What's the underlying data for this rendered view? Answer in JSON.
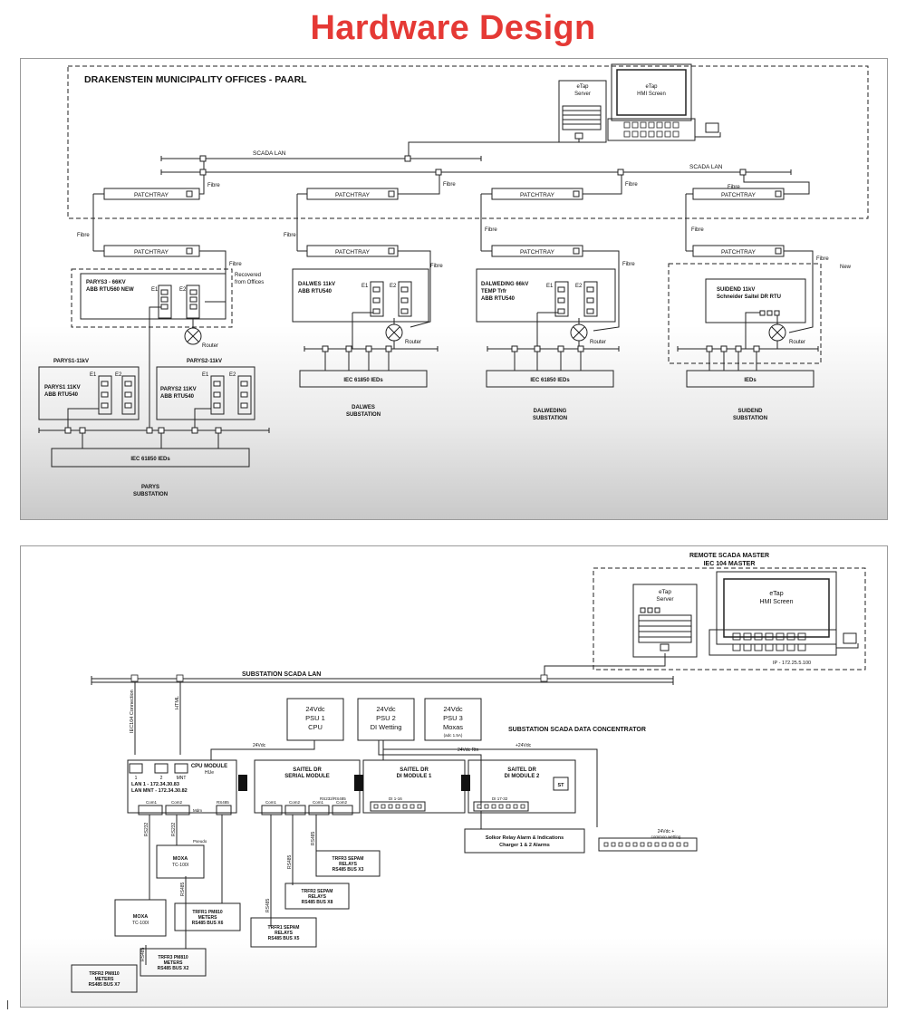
{
  "page": {
    "title": "Hardware Design"
  },
  "panel1": {
    "heading": "DRAKENSTEIN MUNICIPALITY OFFICES - PAARL",
    "server": {
      "line1": "eTap",
      "line2": "Server"
    },
    "hmi": {
      "line1": "eTap",
      "line2": "HMI Screen"
    },
    "scada_lan": "SCADA LAN",
    "patchtray": "PATCHTRAY",
    "fibre": "Fibre",
    "router": "Router",
    "e1": "E1",
    "e2": "E2",
    "recovered": {
      "line1": "Recovered",
      "line2": "from Offices"
    },
    "new": "New",
    "parys3": {
      "line1": "PARYS3 - 66KV",
      "line2": "ABB RTU560 NEW"
    },
    "parys1_title": "PARYS1-11kV",
    "parys1": {
      "line1": "PARYS1 11KV",
      "line2": "ABB RTU540"
    },
    "parys2_title": "PARYS2-11kV",
    "parys2": {
      "line1": "PARYS2 11KV",
      "line2": "ABB RTU540"
    },
    "parys_ieds": "IEC 61850 IEDs",
    "parys_sub": {
      "line1": "PARYS",
      "line2": "SUBSTATION"
    },
    "dalwes": {
      "line1": "DALWES 11kV",
      "line2": "ABB RTU540"
    },
    "dalwes_ieds": "IEC 61850 IEDs",
    "dalwes_sub": {
      "line1": "DALWES",
      "line2": "SUBSTATION"
    },
    "dalweding": {
      "line1": "DALWEDING 66kV",
      "line2": "TEMP Trfr",
      "line3": "ABB RTU540"
    },
    "dalweding_ieds": "IEC 61850 IEDs",
    "dalweding_sub": {
      "line1": "DALWEDING",
      "line2": "SUBSTATION"
    },
    "suidend": {
      "line1": "SUIDEND 11kV",
      "line2": "Schneider Saitel DR RTU"
    },
    "suidend_ieds": "IEDs",
    "suidend_sub": {
      "line1": "SUIDEND",
      "line2": "SUBSTATION"
    }
  },
  "panel2": {
    "remote_master": {
      "line1": "REMOTE SCADA MASTER",
      "line2": "IEC 104 MASTER"
    },
    "server": {
      "line1": "eTap",
      "line2": "Server"
    },
    "hmi": {
      "line1": "eTap",
      "line2": "HMI Screen"
    },
    "ip": "IP - 172.25.5.100",
    "lan_label": "SUBSTATION SCADA LAN",
    "iec104": "IEC104 Connection",
    "html": "HTML",
    "psu1": {
      "line1": "24Vdc",
      "line2": "PSU 1",
      "line3": "CPU"
    },
    "psu2": {
      "line1": "24Vdc",
      "line2": "PSU 2",
      "line3": "DI Wetting"
    },
    "psu3": {
      "line1": "24Vdc",
      "line2": "PSU 3",
      "line3": "Moxas",
      "line4": "(adc 1.5A)"
    },
    "concentrator": "SUBSTATION SCADA DATA CONCENTRATOR",
    "v24_1": "24Vdc",
    "v24_2": "24Vdc Rtn",
    "v24_3": "+24Vdc",
    "cpu": {
      "line1": "CPU MODULE",
      "line2": "HUe"
    },
    "ports": {
      "p1": "1",
      "p2": "2",
      "pmnt": "MNT"
    },
    "lan1": "LAN 1 - 172.34.30.83",
    "lanmnt": "LAN MNT - 172.34.30.82",
    "serial": {
      "line1": "SAITEL DR",
      "line2": "SERIAL MODULE"
    },
    "rs": "RS232/RS485",
    "di1": {
      "line1": "SAITEL DR",
      "line2": "DI MODULE 1",
      "range": "DI 1-16"
    },
    "di2": {
      "line1": "SAITEL DR",
      "line2": "DI MODULE 2",
      "range": "DI 17-32"
    },
    "st": "ST",
    "com1": "Com1",
    "com2": "Com2",
    "mdm": "Mdm",
    "rs485": "RS485",
    "rs232": "RS232",
    "pseudo": "Pseudo",
    "solkor": {
      "line1": "Solkor Relay Alarm & Indications",
      "line2": "Charger 1 & 2 Alarms"
    },
    "wetting": {
      "line1": "24Vdc +",
      "line2": "common wetting"
    },
    "moxa1": {
      "line1": "MOXA",
      "line2": "TC-100I"
    },
    "moxa2": {
      "line1": "MOXA",
      "line2": "TC-100I"
    },
    "tfr3_sepam": {
      "line1": "TRFR3 SEPAM",
      "line2": "RELAYS",
      "line3": "RS485 BUS X3"
    },
    "tfr2_sepam": {
      "line1": "TRFR2 SEPAM",
      "line2": "RELAYS",
      "line3": "RS485 BUS X8"
    },
    "tfr1_sepam": {
      "line1": "TRFR1 SEPAM",
      "line2": "RELAYS",
      "line3": "RS485 BUS X5"
    },
    "tfr1_pm": {
      "line1": "TRFR1 PM810",
      "line2": "METERS",
      "line3": "RS485 BUS X6"
    },
    "tfr3_pm": {
      "line1": "TRFR3 PM810",
      "line2": "METERS",
      "line3": "RS485 BUS X2"
    },
    "tfr2_pm": {
      "line1": "TRFR2 PM810",
      "line2": "METERS",
      "line3": "RS485 BUS X7"
    }
  }
}
